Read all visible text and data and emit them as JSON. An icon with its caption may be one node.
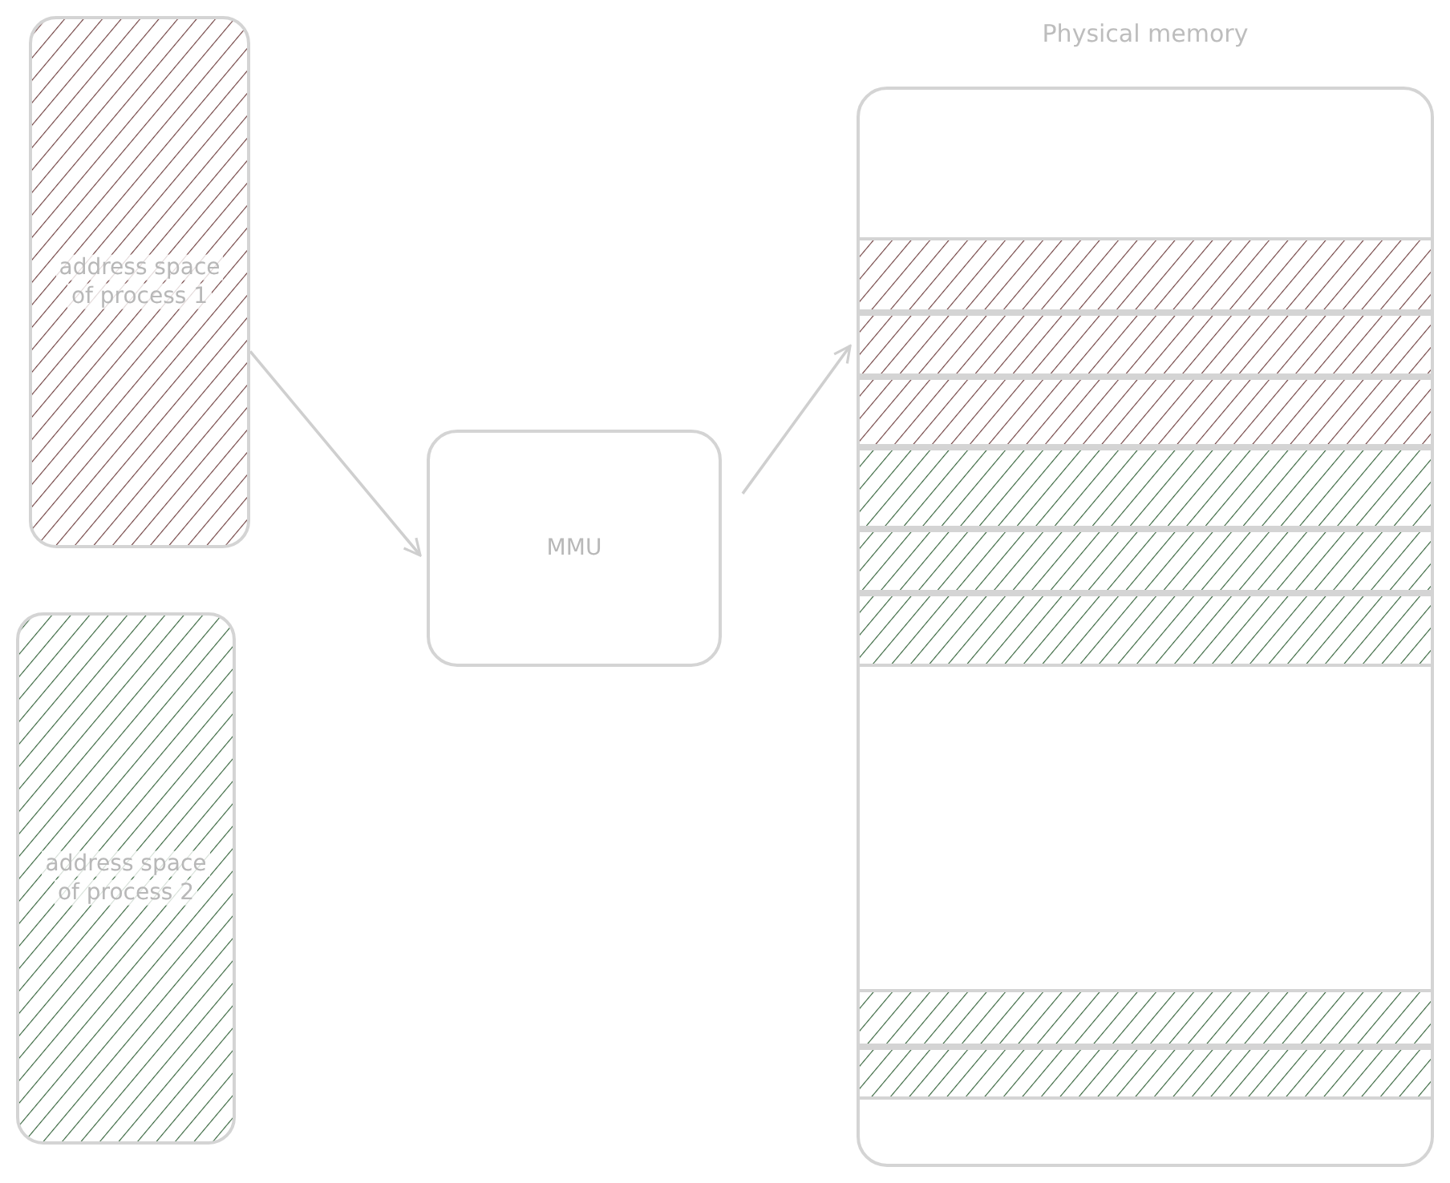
{
  "diagram": {
    "nodes": [
      {
        "text": [
          "address space of process 1"
        ]
      },
      {
        "text": [
          "address space of process 2"
        ]
      },
      {
        "text": [
          "MMU"
        ]
      },
      {
        "text": [
          "Physical memory"
        ]
      },
      {
        "text": [],
        "shape": "bar",
        "in": 3
      },
      {
        "text": [],
        "shape": "bar",
        "in": 3
      },
      {
        "text": [],
        "shape": "bar",
        "in": 3
      },
      {
        "text": [],
        "shape": "bar",
        "in": 3
      },
      {
        "text": [],
        "shape": "bar",
        "in": 3
      },
      {
        "text": [],
        "shape": "bar",
        "in": 3
      },
      {
        "text": [],
        "shape": "bar",
        "in": 3
      },
      {
        "text": [],
        "shape": "bar",
        "in": 3
      }
    ],
    "edges": [
      {
        "from": 0,
        "to": 2,
        "arrow": "to"
      },
      {
        "from": 2,
        "to": 3,
        "arrow": "to"
      }
    ]
  }
}
